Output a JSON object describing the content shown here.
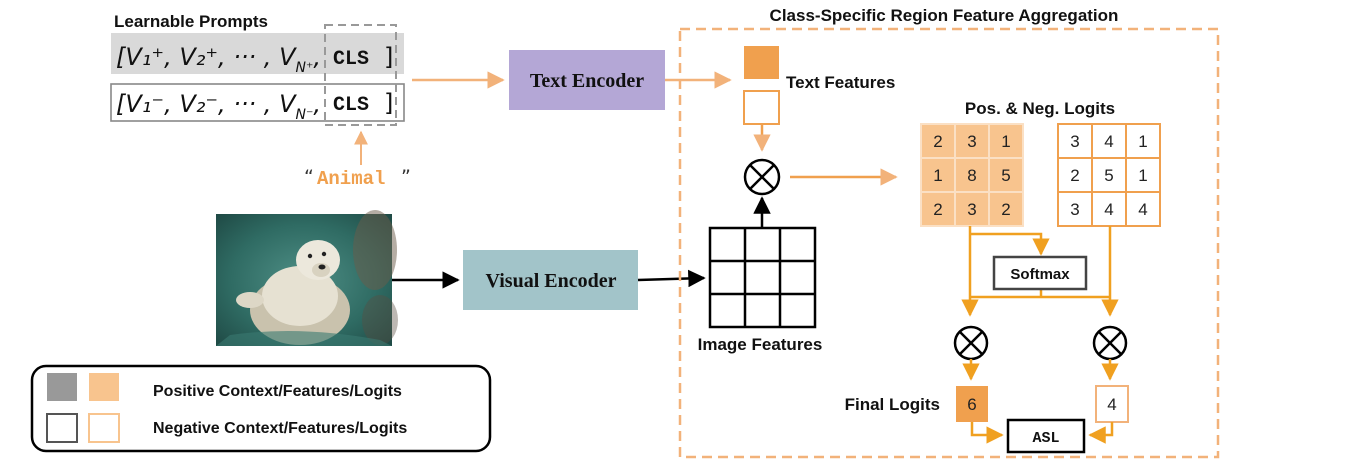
{
  "learnable_prompts": {
    "title": "Learnable Prompts",
    "positive_prefix": "[V₁⁺, V₂⁺, ··· , V",
    "positive_sub": "N⁺",
    "negative_prefix": "[V₁⁻, V₂⁻, ··· , V",
    "negative_sub": "N⁻",
    "cls_token": "CLS",
    "close_bracket": "]"
  },
  "class_name": {
    "open_quote": "“",
    "value": "Animal",
    "close_quote": "”"
  },
  "text_encoder": {
    "label": "Text Encoder"
  },
  "visual_encoder": {
    "label": "Visual Encoder"
  },
  "aggregation_box": {
    "title": "Class-Specific Region Feature Aggregation"
  },
  "text_features_label": "Text Features",
  "logits_label": "Pos. & Neg. Logits",
  "positive_logits": [
    "2",
    "3",
    "1",
    "1",
    "8",
    "5",
    "2",
    "3",
    "2"
  ],
  "negative_logits": [
    "3",
    "4",
    "1",
    "2",
    "5",
    "1",
    "3",
    "4",
    "4"
  ],
  "softmax_label": "Softmax",
  "image_features_label": "Image Features",
  "final_logits_label": "Final Logits",
  "final_positive": "6",
  "final_negative": "4",
  "asl_label": "ASL",
  "legend": {
    "positive": "Positive Context/Features/Logits",
    "negative": "Negative Context/Features/Logits"
  },
  "colors": {
    "orange_fill": "#F0A04E",
    "orange_light": "#F8C48E",
    "orange_line": "#F2B27A",
    "orange_dark_line": "#F0A020",
    "text_encoder_fill": "#B4A7D6",
    "visual_encoder_fill": "#A2C4C9",
    "gray_fill": "#D9D9D9",
    "legend_gray": "#999999"
  }
}
